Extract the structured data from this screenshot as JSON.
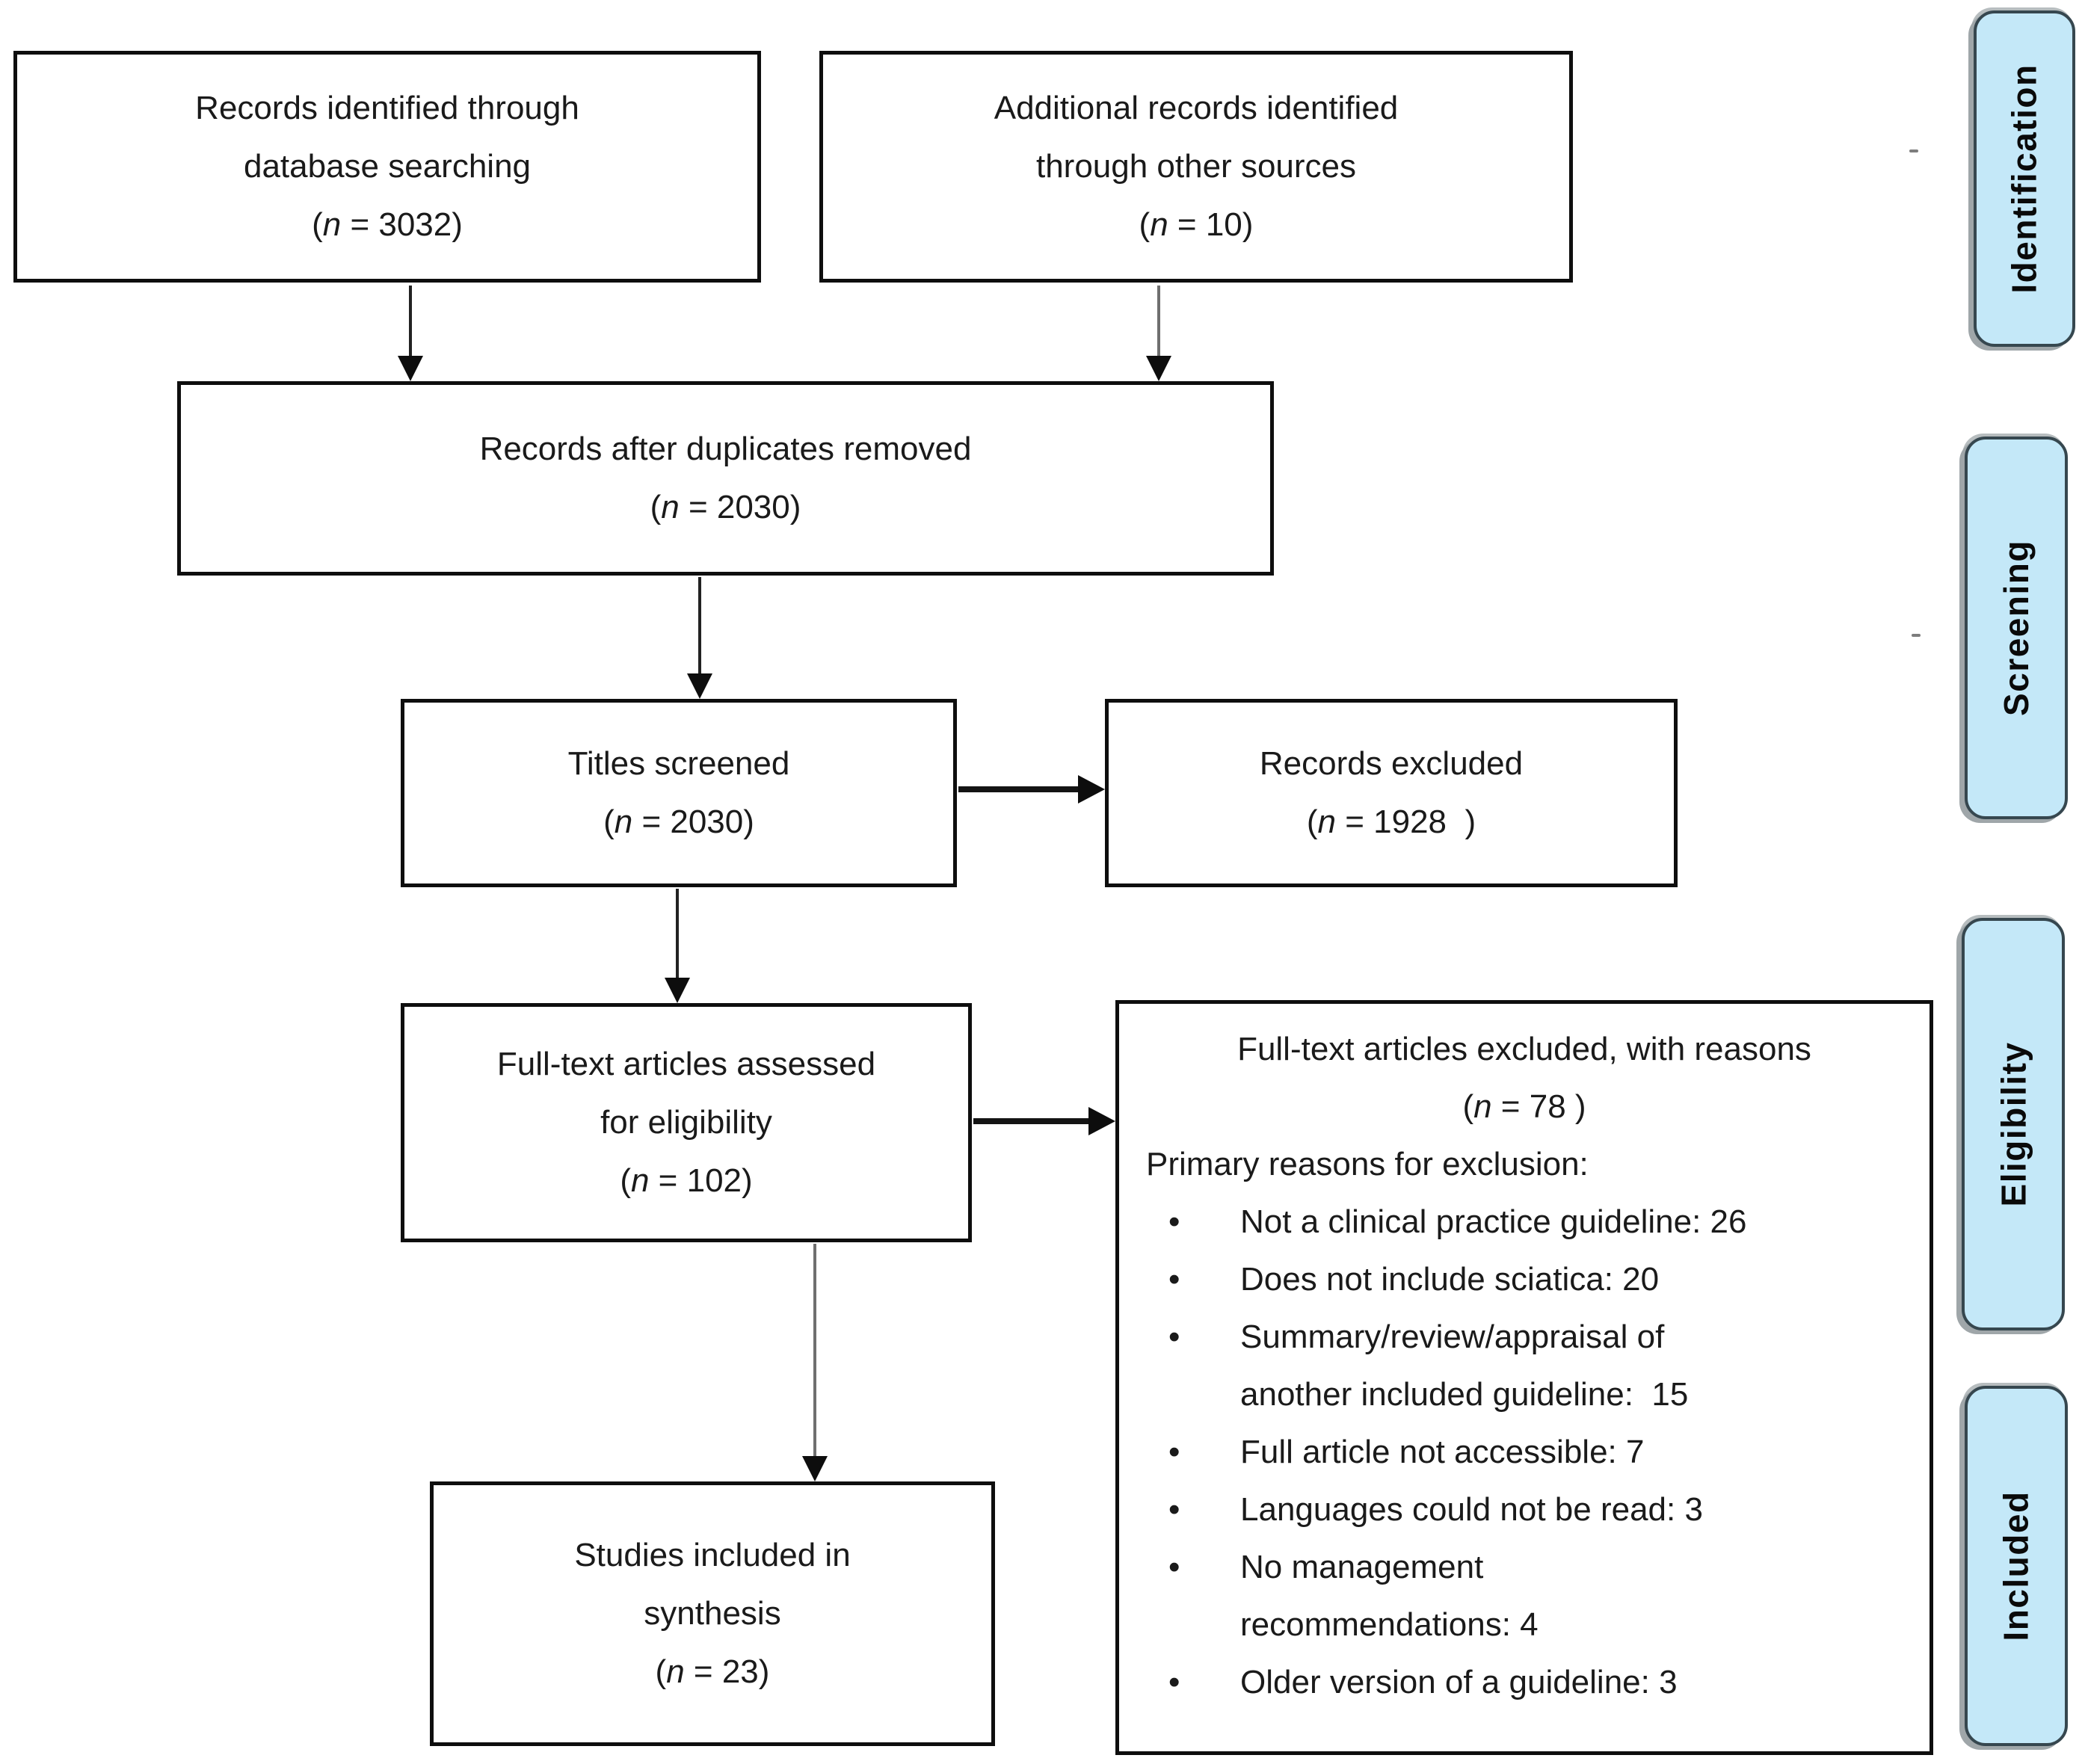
{
  "stages": [
    {
      "label": "Identification"
    },
    {
      "label": "Screening"
    },
    {
      "label": "Eligibility"
    },
    {
      "label": "Included"
    }
  ],
  "bullet_char": "•",
  "colors": {
    "stage_fill": "#c4e8f8",
    "stage_border": "#36474f",
    "box_border": "#0e0e0e"
  },
  "boxes": {
    "identified": {
      "line1": "Records identified through",
      "line2": "database searching",
      "n_open": "(",
      "n_italic": "n",
      "n_rest": " = 3032)"
    },
    "other_sources": {
      "line1": "Additional records identified",
      "line2": "through other sources",
      "n_open": "(",
      "n_italic": "n",
      "n_rest": " = 10)"
    },
    "deduplicated": {
      "line1": "Records after duplicates removed",
      "n_open": "(",
      "n_italic": "n",
      "n_rest": " = 2030)"
    },
    "titles_screened": {
      "line1": "Titles screened",
      "n_open": "(",
      "n_italic": "n",
      "n_rest": " = 2030)"
    },
    "records_excluded": {
      "line1": "Records excluded",
      "n_open": "(",
      "n_italic": "n",
      "n_rest": " = 1928  )"
    },
    "fulltext_assessed": {
      "line1": "Full-text articles assessed",
      "line2": "for eligibility",
      "n_open": "(",
      "n_italic": "n",
      "n_rest": " = 102)"
    },
    "fulltext_excluded": {
      "title": "Full-text articles excluded, with reasons",
      "n_open": "(",
      "n_italic": "n",
      "n_rest": " = 78 )",
      "subtitle": "Primary reasons for exclusion:",
      "reasons": [
        {
          "l1": "Not a clinical practice guideline: 26"
        },
        {
          "l1": "Does not include sciatica: 20"
        },
        {
          "l1": "Summary/review/appraisal of",
          "l2": "another included guideline:  15"
        },
        {
          "l1": "Full article not accessible: 7"
        },
        {
          "l1": "Languages could not be read: 3"
        },
        {
          "l1": "No management",
          "l2": "recommendations: 4"
        },
        {
          "l1": "Older version of a guideline: 3"
        }
      ]
    },
    "included_synthesis": {
      "line1": "Studies included in",
      "line2": "synthesis",
      "n_open": "(",
      "n_italic": "n",
      "n_rest": " = 23)"
    }
  }
}
